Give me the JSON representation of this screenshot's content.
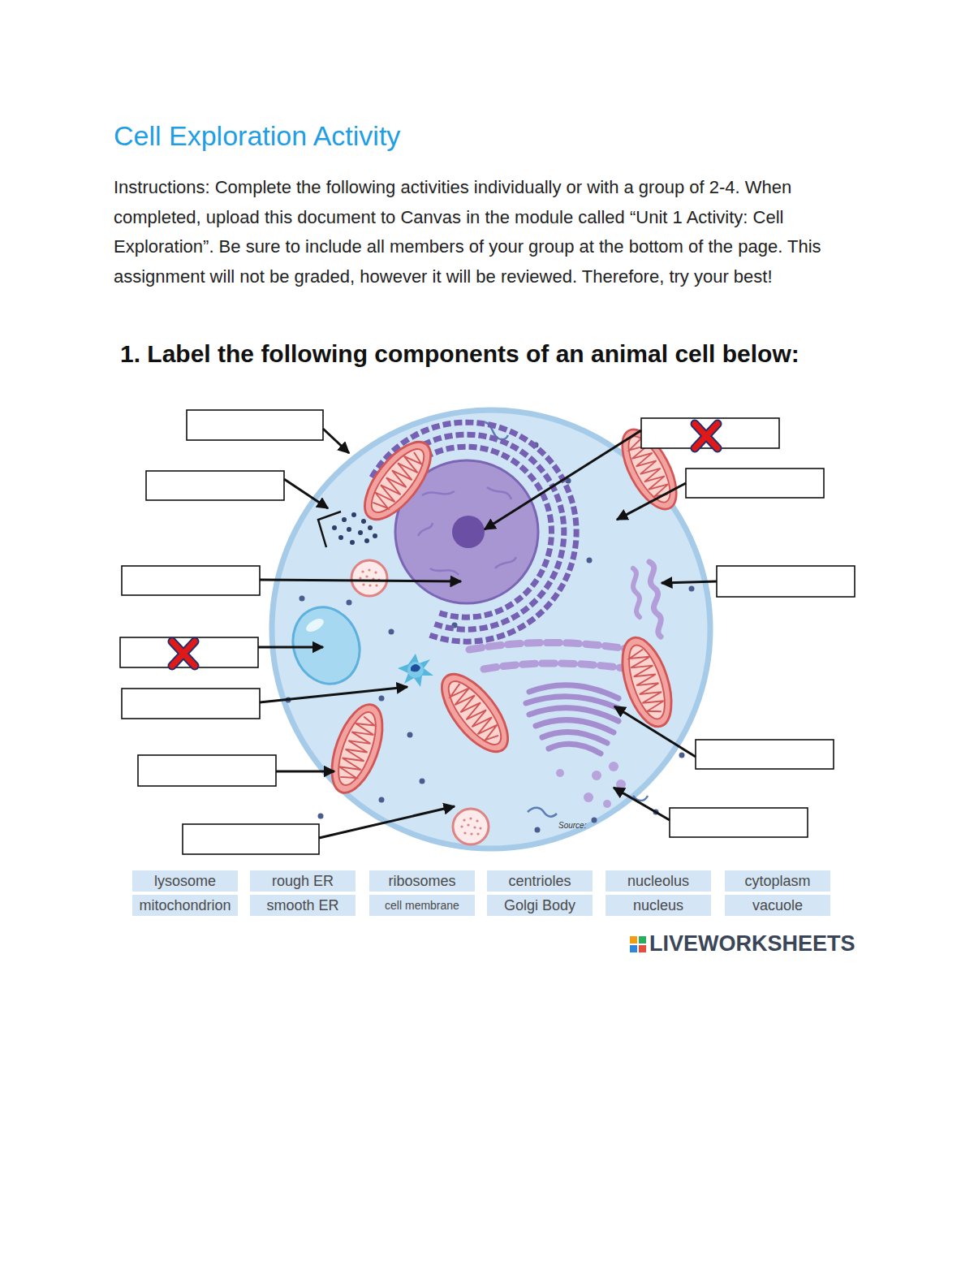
{
  "diagram": {
    "title": "Cell Exploration Activity",
    "nodes": [
      {
        "text": [
          "lysosome"
        ]
      },
      {
        "text": [
          "rough ER"
        ]
      },
      {
        "text": [
          "ribosomes"
        ]
      },
      {
        "text": [
          "centrioles"
        ]
      },
      {
        "text": [
          "nucleolus"
        ]
      },
      {
        "text": [
          "cytoplasm"
        ]
      },
      {
        "text": [
          "mitochondrion"
        ]
      },
      {
        "text": [
          "smooth ER"
        ]
      },
      {
        "text": [
          "cell membrane"
        ]
      },
      {
        "text": [
          "Golgi Body"
        ]
      },
      {
        "text": [
          "nucleus"
        ]
      },
      {
        "text": [
          "vacuole"
        ]
      }
    ],
    "labels": [
      "Instructions: Complete the following activities individually or with a group of 2-4. When completed, upload this document to Canvas in the module called “Unit 1 Activity: Cell Exploration”. Be sure to include all members of your group at the bottom of the page. This assignment will not be graded, however it will be reviewed. Therefore, try your best!",
      "1. Label the following components of an animal cell below:",
      "Source:",
      "LIVEWORKSHEETS"
    ]
  }
}
